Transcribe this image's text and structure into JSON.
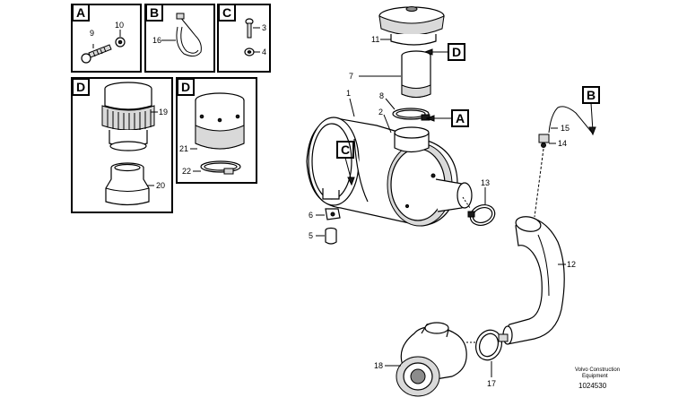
{
  "inset_boxes": [
    {
      "tag": "A",
      "labels": [
        "9",
        "10"
      ]
    },
    {
      "tag": "B",
      "labels": [
        "16"
      ]
    },
    {
      "tag": "C",
      "labels": [
        "3",
        "4"
      ]
    },
    {
      "tag": "D",
      "labels": [
        "19",
        "20"
      ]
    },
    {
      "tag": "D",
      "labels": [
        "21",
        "22"
      ]
    }
  ],
  "main_labels": [
    "11",
    "7",
    "8",
    "1",
    "2",
    "6",
    "5",
    "13",
    "12",
    "15",
    "14",
    "18",
    "17"
  ],
  "callout_tags": {
    "d_top": "D",
    "a_main": "A",
    "c_main": "C",
    "b_main": "B"
  },
  "footer": {
    "line1": "Volvo Construction",
    "line2": "Equipment",
    "drawing_number": "1024530"
  }
}
